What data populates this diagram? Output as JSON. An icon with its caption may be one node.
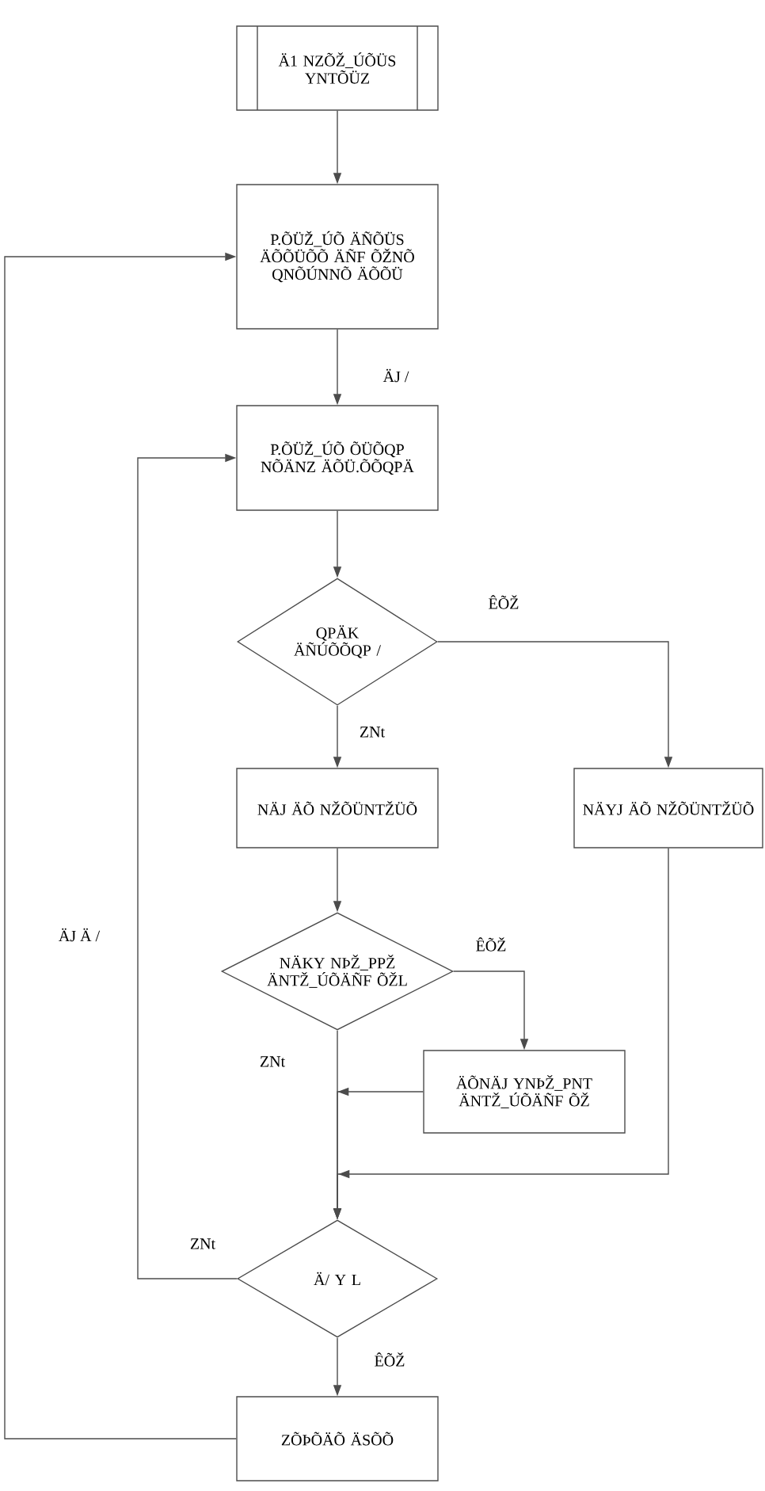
{
  "diagram": {
    "nodes": [
      {
        "text": [
          "Ä1 NZÕŽ_ÚÕÜS YNTÕÜZ"
        ]
      },
      {
        "text": [
          "P.ÕÜŽ_ÚÕ ÄÑÕÜS ÄÕÕÜÕÕ ÄÑF ÕŽNÕ QNÕÚNNÕ ÄÕÕÜ"
        ]
      },
      {
        "text": [
          "P.ÕÜŽ_ÚÕ ÕÜÕQP NÕÄNZ ÄÕÜ.ÕÕQPÄ"
        ]
      },
      {
        "text": [
          "QPÄK ÄÑÚÕÕQP /"
        ]
      },
      {
        "text": [
          "NÄJ ÄÕ NŽÕÜNTŽÜÕ"
        ]
      },
      {
        "text": [
          "NÄYJ ÄÕ NŽÕÜNTŽÜÕ"
        ]
      },
      {
        "text": [
          "NÄKY NÞŽ_PPŽ ÄNTŽ_ÚÕÄÑF ÕŽL"
        ]
      },
      {
        "text": [
          "ÄÕNÄJ YNÞŽ_PNT ÄNTŽ_ÚÕÄÑF ÕŽ"
        ]
      },
      {
        "text": [
          "Ä/ Y L"
        ]
      },
      {
        "text": [
          "ZÕÞÕÄÕ ÄSÕÕ"
        ]
      }
    ],
    "edges": [
      {
        "from": 0,
        "to": 1,
        "arrow": "to"
      },
      {
        "from": 1,
        "to": 2,
        "arrow": "to",
        "label": "ÄJ /"
      },
      {
        "from": 2,
        "to": 3,
        "arrow": "to"
      },
      {
        "from": 3,
        "to": 4,
        "arrow": "to",
        "label": "ZNt"
      },
      {
        "from": 3,
        "to": 5,
        "arrow": "to",
        "label": "ÊÕŽ"
      },
      {
        "from": 4,
        "to": 6,
        "arrow": "to"
      },
      {
        "from": 6,
        "to": 8,
        "arrow": "to",
        "label": "ZNt"
      },
      {
        "from": 6,
        "to": 7,
        "arrow": "to",
        "label": "ÊÕŽ"
      },
      {
        "from": 7,
        "to": 8,
        "arrow": "to"
      },
      {
        "from": 5,
        "to": 8,
        "arrow": "to"
      },
      {
        "from": 8,
        "to": 2,
        "arrow": "to",
        "label": "ZNt"
      },
      {
        "from": 8,
        "to": 9,
        "arrow": "to",
        "label": "ÊÕŽ"
      },
      {
        "from": 9,
        "to": 1,
        "arrow": "to"
      }
    ],
    "labels": [
      "ÄJ Ä /"
    ]
  }
}
